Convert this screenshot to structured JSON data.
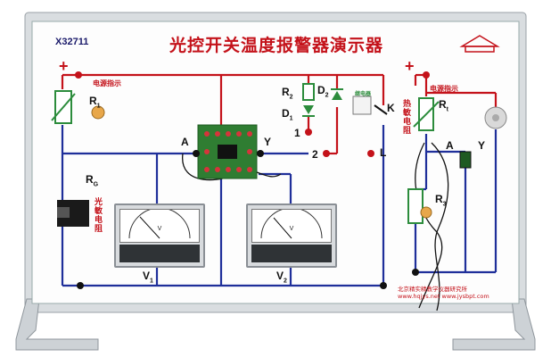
{
  "model": "X32711",
  "title": "光控开关温度报警器演示器",
  "labels": {
    "plus_left": "+",
    "plus_right": "+",
    "power_indicator_left": "电源指示",
    "power_indicator_right": "电源指示",
    "r1": "R",
    "r1_sub": "1",
    "rg": "R",
    "rg_sub": "G",
    "photoresistor": "光敏电阻",
    "r2": "R",
    "r2_sub": "2",
    "d1": "D",
    "d1_sub": "1",
    "d2": "D",
    "d2_sub": "2",
    "node1": "1",
    "node2": "2",
    "relay": "继电器",
    "k": "K",
    "l": "L",
    "a_left": "A",
    "y_left": "Y",
    "v1": "V",
    "v1_sub": "1",
    "v2": "V",
    "v2_sub": "2",
    "thermistor": "热敏电阻",
    "rt": "R",
    "rt_sub": "t",
    "r3": "R",
    "r3_sub": "3",
    "a_right": "A",
    "y_right": "Y"
  },
  "meters": {
    "meter1_unit": "V",
    "meter2_unit": "V"
  },
  "maker": {
    "name": "北京精实精教学仪器研究所",
    "url": "www.hqjys.net  www.jysbpt.com"
  },
  "colors": {
    "wire_red": "#c4121a",
    "wire_blue": "#1f2f9a",
    "board": "#fdfdfd",
    "frame": "#c9cdd1",
    "pcb": "#2f7d32"
  }
}
